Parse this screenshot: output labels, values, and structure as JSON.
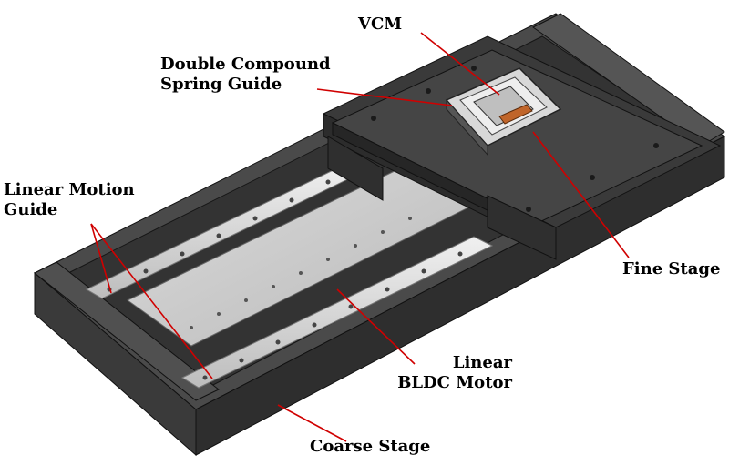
{
  "labels": {
    "vcm": "VCM",
    "spring_guide": {
      "line1": "Double Compound",
      "line2": "Spring Guide"
    },
    "linear_motion_guide": {
      "line1": "Linear Motion",
      "line2": "Guide"
    },
    "fine_stage": "Fine Stage",
    "linear_bldc_motor": {
      "line1": "Linear",
      "line2": "BLDC Motor"
    },
    "coarse_stage": "Coarse Stage"
  },
  "colors": {
    "frame_dark": "#3c3c3c",
    "frame_darker": "#2a2a2a",
    "frame_light": "#585858",
    "motor_plate": "#c9c9c9",
    "rail_metal": "#d9d9d9",
    "leader_line": "#d00000"
  }
}
